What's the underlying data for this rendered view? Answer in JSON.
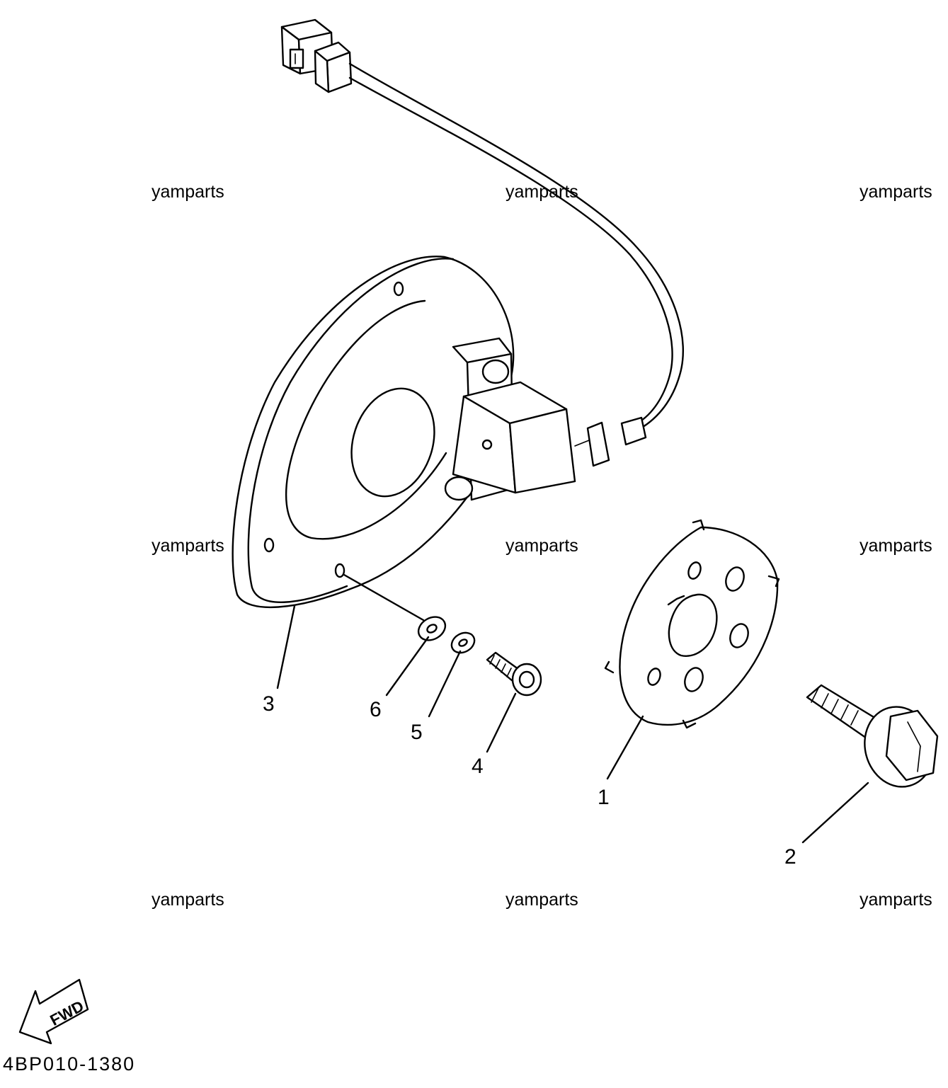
{
  "watermark": "yamparts",
  "callouts": {
    "p1": "1",
    "p2": "2",
    "p3": "3",
    "p4": "4",
    "p5": "5",
    "p6": "6"
  },
  "fwd_label": "FWD",
  "diagram_code": "4BP010-1380"
}
